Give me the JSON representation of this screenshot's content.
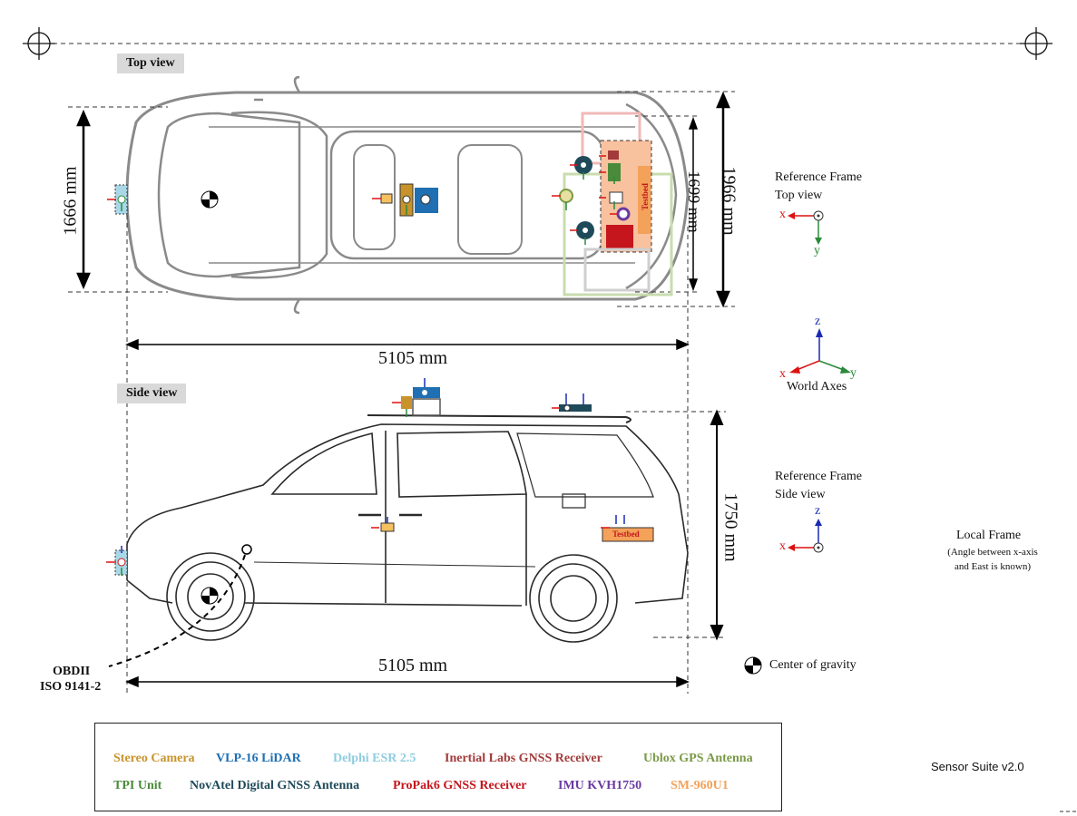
{
  "views": {
    "top": "Top view",
    "side": "Side view"
  },
  "dimensions": {
    "top_width": "1666 mm",
    "top_track": "1699 mm",
    "top_overall_width": "1966 mm",
    "top_length": "5105 mm",
    "side_height": "1750 mm",
    "side_length": "5105 mm"
  },
  "frames": {
    "top": {
      "title": "Reference Frame",
      "subtitle": "Top view",
      "x": "x",
      "y": "y"
    },
    "world": {
      "title": "World Axes",
      "x": "x",
      "y": "y",
      "z": "z"
    },
    "side": {
      "title": "Reference Frame",
      "subtitle": "Side view",
      "x": "x",
      "z": "z"
    },
    "local": {
      "title": "Local Frame",
      "note_line1": "(Angle between x-axis",
      "note_line2": "and East is known)"
    }
  },
  "labels": {
    "cog": "Center of gravity",
    "obd_line1": "OBDII",
    "obd_line2": "ISO 9141-2",
    "testbed": "Testbed",
    "suite": "Sensor Suite v2.0"
  },
  "legend": [
    {
      "label": "Stereo Camera",
      "color": "#c8932a"
    },
    {
      "label": "VLP-16 LiDAR",
      "color": "#1f6fb2"
    },
    {
      "label": "Delphi ESR 2.5",
      "color": "#8fcde0"
    },
    {
      "label": "Inertial Labs GNSS Receiver",
      "color": "#a33a3a"
    },
    {
      "label": "Ublox GPS Antenna",
      "color": "#7a9a45"
    },
    {
      "label": "TPI Unit",
      "color": "#4a8a3a"
    },
    {
      "label": "NovAtel Digital GNSS Antenna",
      "color": "#1f4a5a"
    },
    {
      "label": "ProPak6 GNSS Receiver",
      "color": "#c4161c"
    },
    {
      "label": "IMU KVH1750",
      "color": "#6a3aa0"
    },
    {
      "label": "SM-960U1",
      "color": "#f4a15a"
    }
  ]
}
